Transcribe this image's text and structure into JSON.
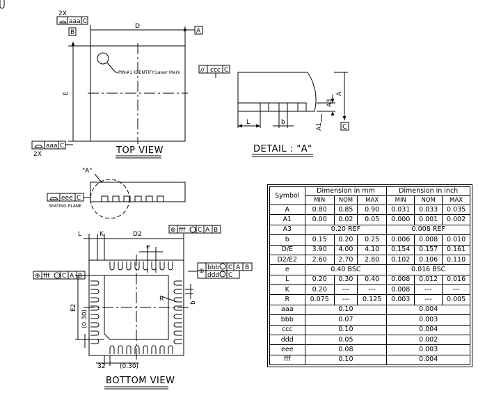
{
  "views": {
    "top": "TOP VIEW",
    "detail": "DETAIL : \"A\"",
    "bottom": "BOTTOM VIEW"
  },
  "labels": {
    "two_x_top": "2X",
    "two_x_bottom": "2X",
    "D": "D",
    "E": "E",
    "A": "A",
    "A1": "A1",
    "A3": "A3",
    "L": "L",
    "b": "b",
    "K": "K",
    "D2": "D2",
    "E2": "E2",
    "e": "e",
    "R": "R",
    "pin1": "PIN#1 IDENTIFY:Laser Mark",
    "seating_plane": "SEATING PLANE",
    "detail_ref": "\"A\"",
    "dim_030_v": "(0.30)",
    "dim_030_h": "(0.30)",
    "dim_32": "32"
  },
  "datums": {
    "A": "A",
    "B": "B",
    "C": "C"
  },
  "frames": {
    "aaa": "aaa",
    "ccc": "ccc",
    "eee": "eee",
    "fff": "fff",
    "bbb": "bbb",
    "ddd": "ddd",
    "parallel": "//",
    "M": "M"
  },
  "table": {
    "symbol_header": "Symbol",
    "mm_header": "Dimension in mm",
    "inch_header": "Dimension in inch",
    "sub_headers": [
      "MIN",
      "NOM",
      "MAX",
      "MIN",
      "NOM",
      "MAX"
    ],
    "rows": [
      {
        "symbol": "A",
        "cells": [
          "0.80",
          "0.85",
          "0.90",
          "0.031",
          "0.033",
          "0.035"
        ]
      },
      {
        "symbol": "A1",
        "cells": [
          "0.00",
          "0.02",
          "0.05",
          "0.000",
          "0.001",
          "0.002"
        ]
      },
      {
        "symbol": "A3",
        "mm_span": "0.20  REF",
        "inch_span": "0.008   REF"
      },
      {
        "symbol": "b",
        "cells": [
          "0.15",
          "0.20",
          "0.25",
          "0.006",
          "0.008",
          "0.010"
        ]
      },
      {
        "symbol": "D/E",
        "cells": [
          "3.90",
          "4.00",
          "4.10",
          "0.154",
          "0.157",
          "0.161"
        ]
      },
      {
        "symbol": "D2/E2",
        "cells": [
          "2.60",
          "2.70",
          "2.80",
          "0.102",
          "0.106",
          "0.110"
        ]
      },
      {
        "symbol": "e",
        "mm_span": "0.40  BSC",
        "inch_span": "0.016  BSC"
      },
      {
        "symbol": "L",
        "cells": [
          "0.20",
          "0.30",
          "0.40",
          "0.008",
          "0.012",
          "0.016"
        ]
      },
      {
        "symbol": "K",
        "cells": [
          "0.20",
          "---",
          "---",
          "0.008",
          "---",
          "---"
        ]
      },
      {
        "symbol": "R",
        "cells": [
          "0.075",
          "---",
          "0.125",
          "0.003",
          "---",
          "0.005"
        ]
      },
      {
        "symbol": "aaa",
        "mm_span": "0.10",
        "inch_span": "0.004"
      },
      {
        "symbol": "bbb",
        "mm_span": "0.07",
        "inch_span": "0.003"
      },
      {
        "symbol": "ccc",
        "mm_span": "0.10",
        "inch_span": "0.004"
      },
      {
        "symbol": "ddd",
        "mm_span": "0.05",
        "inch_span": "0.002"
      },
      {
        "symbol": "eee",
        "mm_span": "0.08",
        "inch_span": "0.003"
      },
      {
        "symbol": "fff",
        "mm_span": "0.10",
        "inch_span": "0.004"
      }
    ]
  }
}
